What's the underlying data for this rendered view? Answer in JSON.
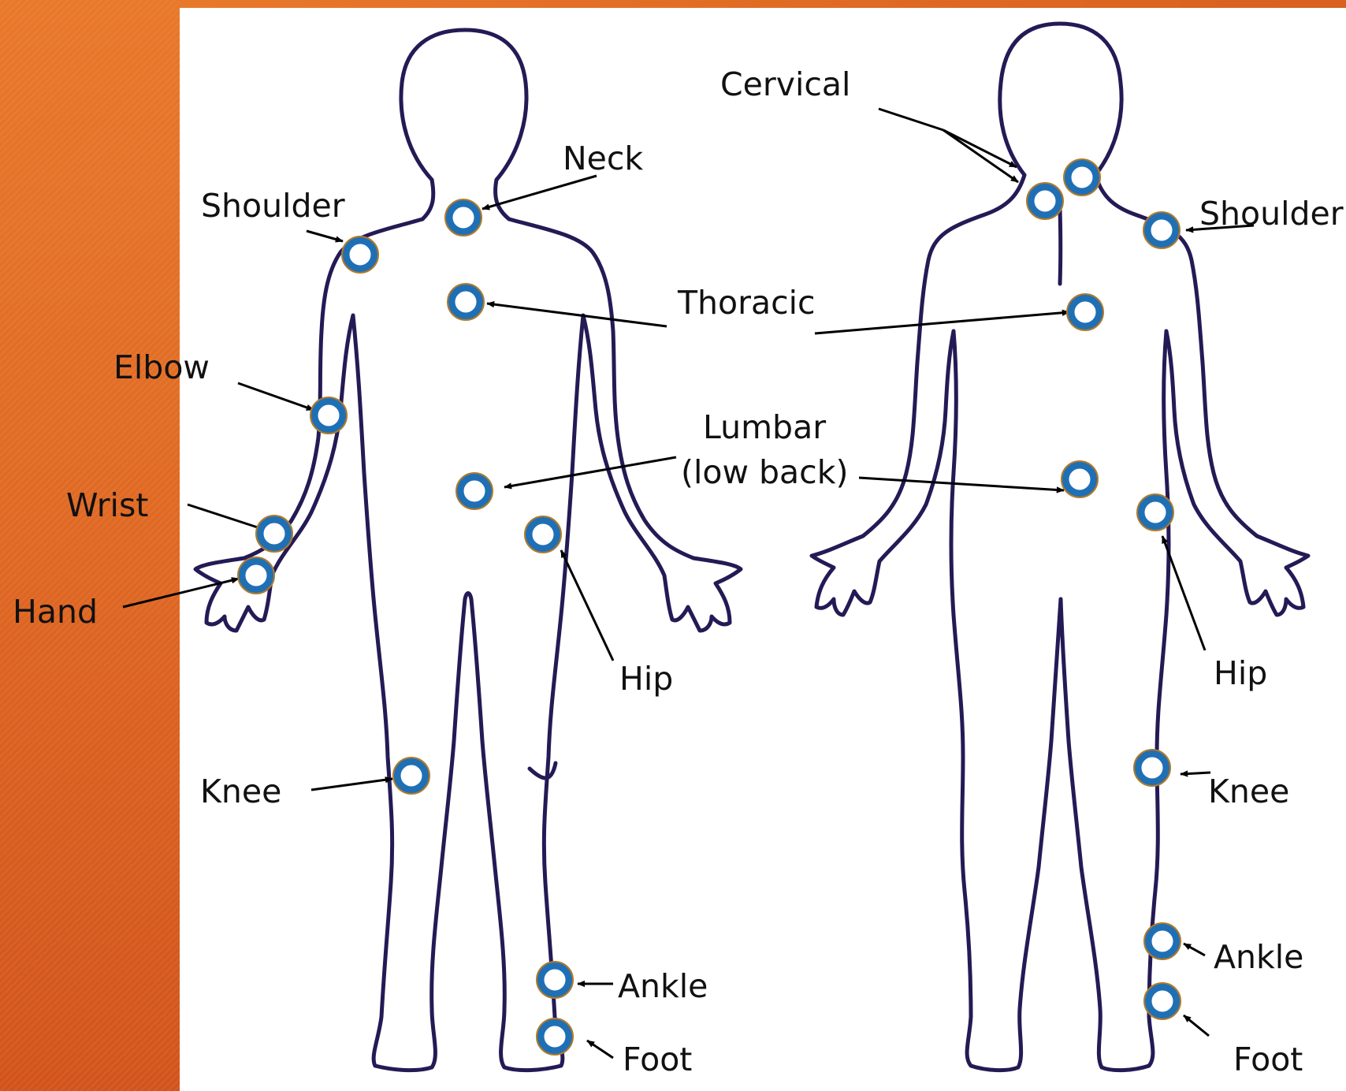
{
  "colors": {
    "side_panel": "#e06a24",
    "body_outline": "#241a55",
    "marker_ring": "#1f6fb5",
    "marker_rim": "#b07a2a",
    "marker_center": "#ffffff"
  },
  "front": {
    "labels": {
      "neck": "Neck",
      "shoulder": "Shoulder",
      "elbow": "Elbow",
      "wrist": "Wrist",
      "hand": "Hand",
      "hip": "Hip",
      "knee": "Knee",
      "ankle": "Ankle",
      "foot": "Foot"
    }
  },
  "center": {
    "thoracic": "Thoracic",
    "lumbar_line1": "Lumbar",
    "lumbar_line2": "(low back)"
  },
  "back": {
    "labels": {
      "cervical": "Cervical",
      "shoulder": "Shoulder",
      "hip": "Hip",
      "knee": "Knee",
      "ankle": "Ankle",
      "foot": "Foot"
    }
  }
}
